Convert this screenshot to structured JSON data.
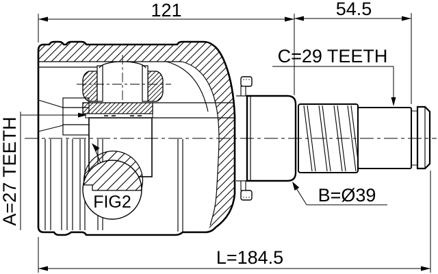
{
  "drawing": {
    "title": "CV joint cross-section technical drawing",
    "labels": {
      "dim_top_left": "121",
      "dim_top_right": "54.5",
      "spline_c": "C=29 TEETH",
      "spline_a": "A=27 TEETH",
      "diameter_b": "B=Ø39",
      "length_total": "L=184.5",
      "figure": "FIG2"
    },
    "colors": {
      "line": "#000000",
      "background": "#ffffff"
    }
  }
}
